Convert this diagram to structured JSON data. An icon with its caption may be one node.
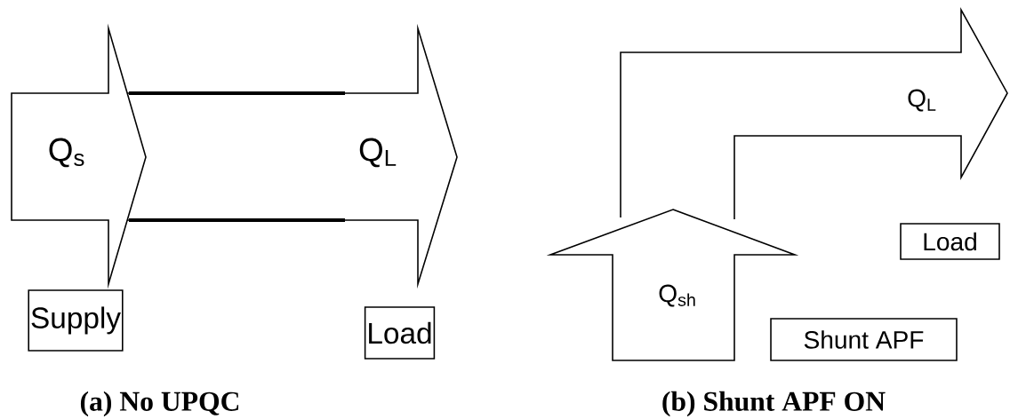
{
  "diagram": {
    "nodes": [
      {
        "text": [
          "Q$_{s}$"
        ]
      },
      {
        "text": [
          "Q$_{L}$"
        ]
      },
      {
        "text": [
          "Supply"
        ]
      },
      {
        "text": [
          "Load"
        ]
      },
      {
        "text": [
          "Q$_{sh}$"
        ]
      },
      {
        "text": [
          "Q$_{L}$"
        ]
      },
      {
        "text": [
          "Load"
        ]
      },
      {
        "text": [
          "Shunt APF"
        ]
      }
    ],
    "labels": [
      "(a) No UPQC",
      "(b) Shunt APF ON"
    ]
  }
}
